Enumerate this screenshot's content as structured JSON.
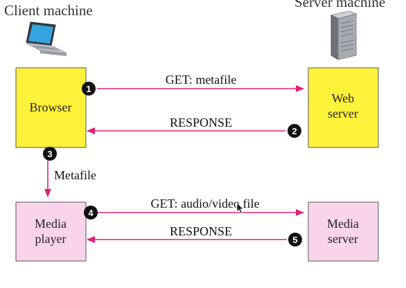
{
  "titles": {
    "client": "Client machine",
    "server": "Server machine"
  },
  "boxes": {
    "browser": "Browser",
    "web_server": [
      "Web",
      "server"
    ],
    "media_player": [
      "Media",
      "player"
    ],
    "media_server": [
      "Media",
      "server"
    ]
  },
  "arrows": {
    "get_metafile": "GET: metafile",
    "response_1": "RESPONSE",
    "metafile": "Metafile",
    "get_file": "GET: audio/video file",
    "response_2": "RESPONSE"
  },
  "steps": [
    "1",
    "2",
    "3",
    "4",
    "5"
  ],
  "colors": {
    "yellow_box": "#fff23a",
    "pink_box": "#f9d4ec",
    "arrow": "#e0207a",
    "badge": "#111111",
    "outline": "#555555"
  }
}
